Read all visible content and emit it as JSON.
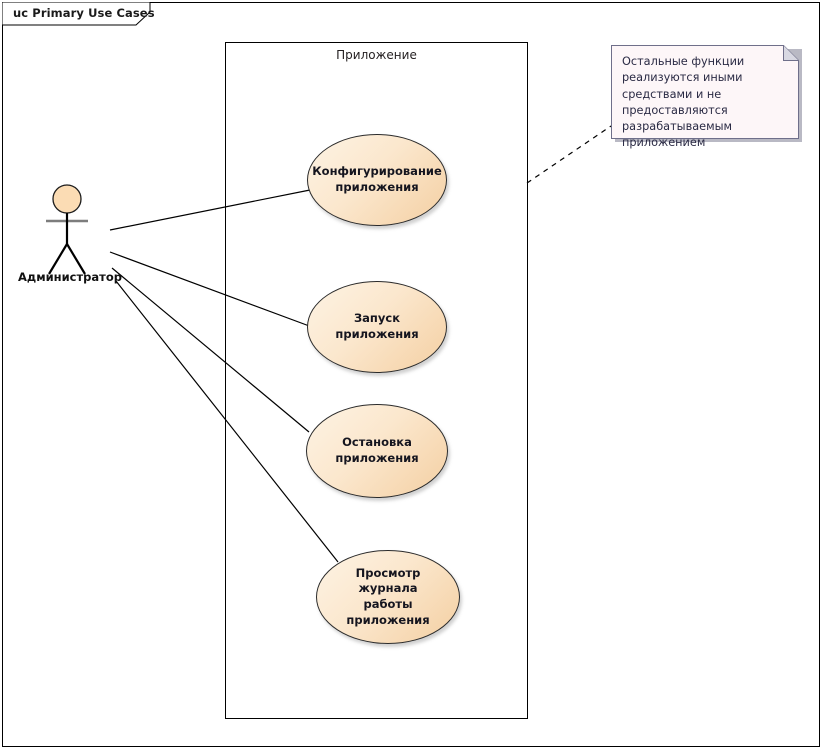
{
  "frame": {
    "tab_label": "uc Primary Use Cases"
  },
  "system_boundary": {
    "label": "Приложение"
  },
  "actor": {
    "name": "Администратор",
    "icon": "stick-figure-actor-icon"
  },
  "use_cases": [
    {
      "id": "configure",
      "label": "Конфигурирование\nприложения"
    },
    {
      "id": "start",
      "label": "Запуск приложения"
    },
    {
      "id": "stop",
      "label": "Остановка\nприложения"
    },
    {
      "id": "view-log",
      "label": "Просмотр журнала\nработы приложения"
    }
  ],
  "note": {
    "text": "Остальные функции реализуются иными средствами и не предоставляются разрабатываемым приложением"
  },
  "colors": {
    "usecase_fill_light": "#fdf3e4",
    "usecase_fill_dark": "#f4cfa2",
    "usecase_stroke": "#2b2b2b",
    "note_fill": "#fdf6f8",
    "note_stroke": "#6f6f8a",
    "note_shadow": "#b9b9c4",
    "line": "#000000",
    "actor_head_fill": "#fbdcb4"
  }
}
